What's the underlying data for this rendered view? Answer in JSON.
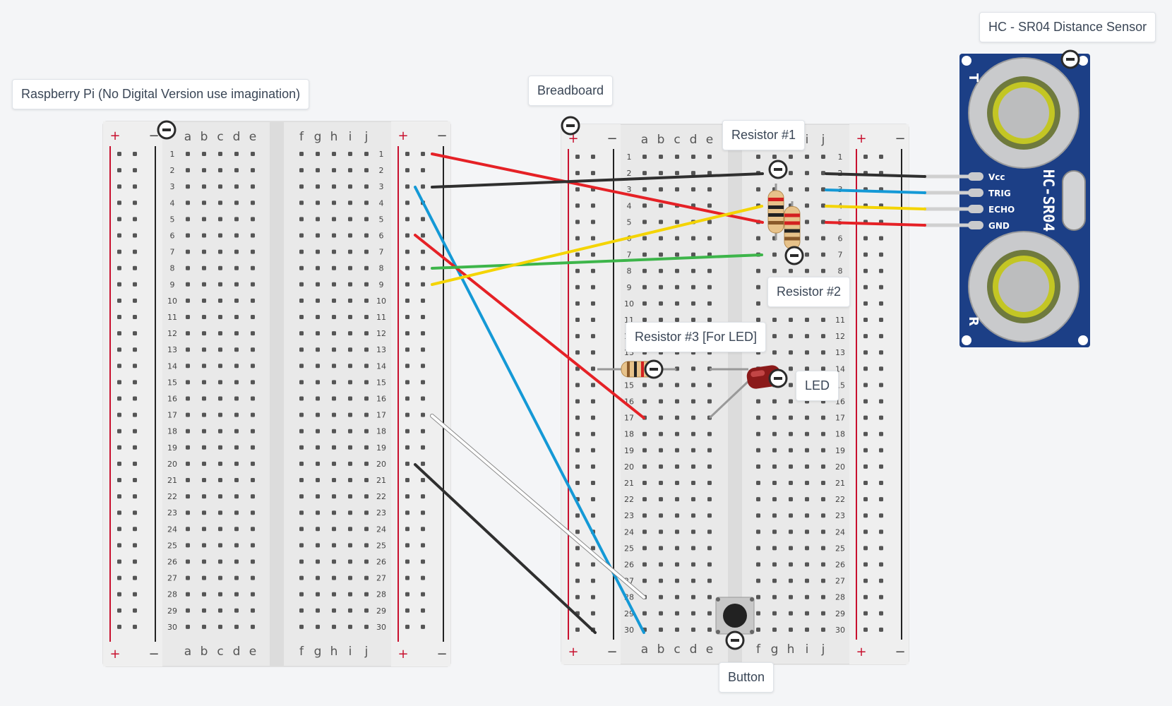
{
  "labels": {
    "pi": "Raspberry Pi (No Digital Version use imagination)",
    "breadboard": "Breadboard",
    "resistor1": "Resistor #1",
    "resistor2": "Resistor #2",
    "resistor3": "Resistor #3 [For LED]",
    "led": "LED",
    "button": "Button",
    "sensor": "HC - SR04 Distance Sensor"
  },
  "breadboard": {
    "columns_left": [
      "a",
      "b",
      "c",
      "d",
      "e"
    ],
    "columns_right": [
      "f",
      "g",
      "h",
      "i",
      "j"
    ],
    "rows": 30,
    "plus": "+",
    "minus": "−"
  },
  "sensor": {
    "model": "HC-SR04",
    "pins": [
      "Vcc",
      "TRIG",
      "ECHO",
      "GND"
    ],
    "side_labels": [
      "T",
      "R"
    ],
    "board_color": "#1c3f86"
  },
  "wire_colors": {
    "red": "#e52126",
    "black": "#2f2f2f",
    "blue": "#1499d6",
    "yellow": "#f4d400",
    "green": "#3db54a",
    "white": "#ffffff"
  }
}
